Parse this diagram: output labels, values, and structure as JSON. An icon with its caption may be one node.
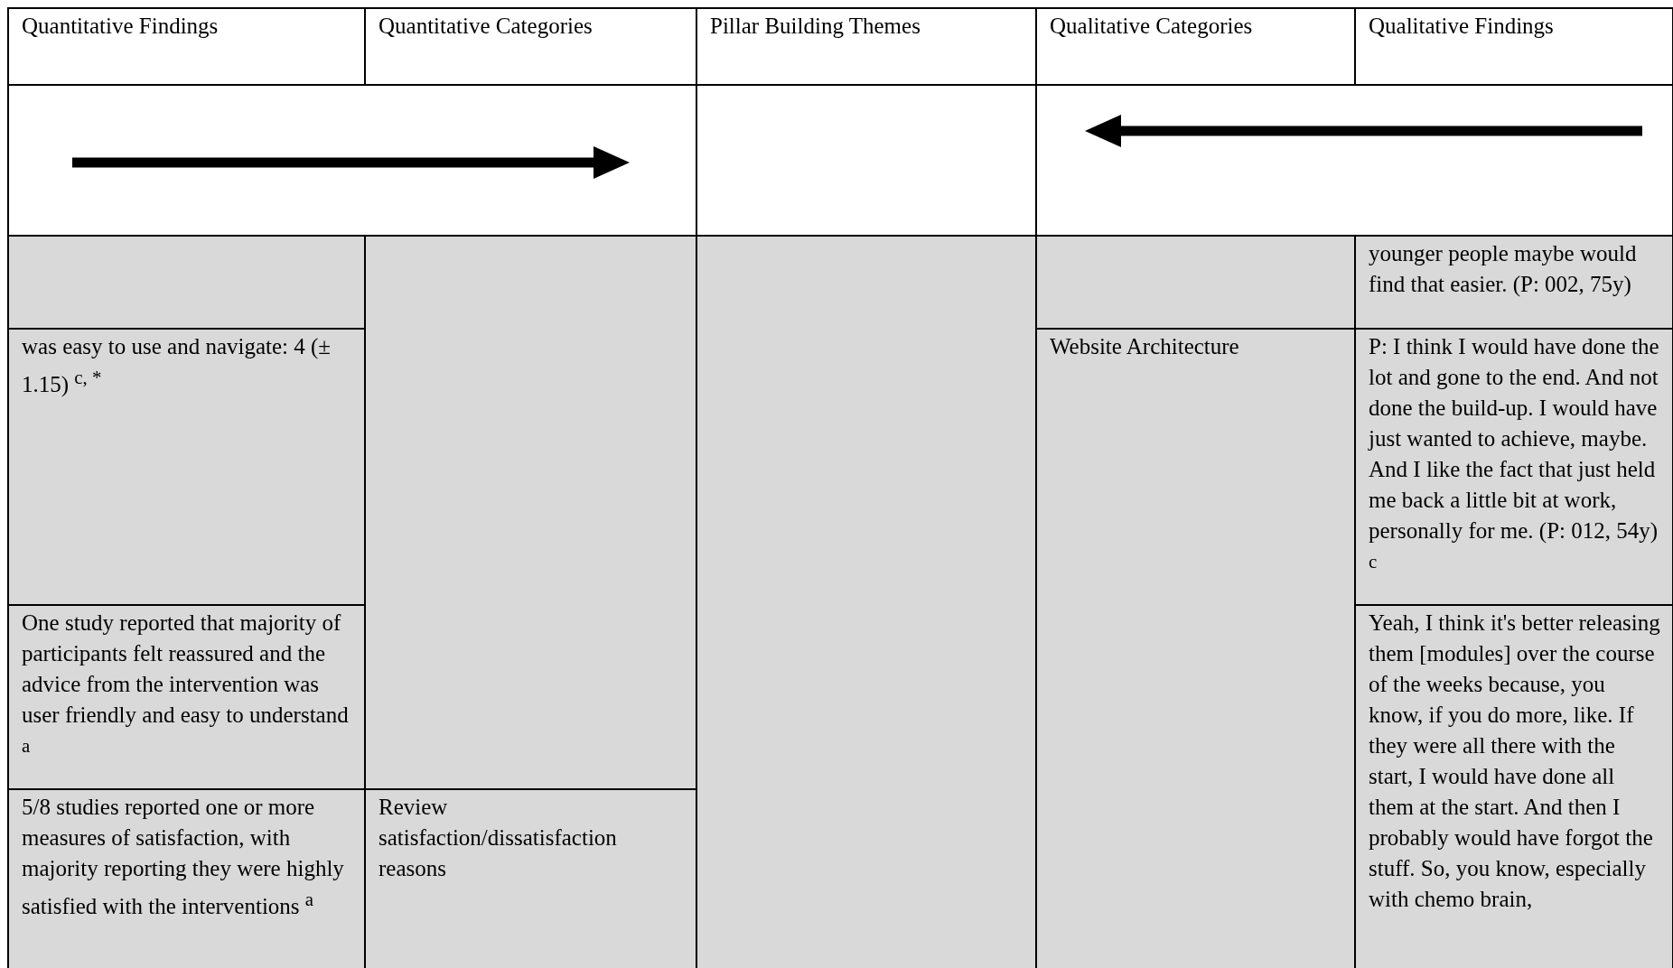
{
  "diagram": {
    "labels": [
      "Quantitative Findings",
      "Quantitative Categories",
      "Pillar Building Themes",
      "Qualitative Categories",
      "Qualitative Findings",
      "younger people maybe would find that easier. (P: 002, 75y)",
      "was easy to use and navigate: 4 (± 1.15) $^{c, *}$",
      "Website Architecture",
      "P: I think I would have done the lot and gone to the end. And not done the build-up. I would have just wanted to achieve, maybe. And I like the fact that just held me back a little bit at work, personally for me. (P: 012, 54y) $^{c}$",
      "One study reported that majority of participants felt reassured and the advice from the intervention was user friendly and easy to understand $^{a}$",
      "Yeah, I think it's better releasing them [modules] over the course of the weeks because, you know, if you do more, like. If they were all there with the start, I would have done all them at the start. And then I probably would have forgot the stuff. So, you know, especially with chemo brain,",
      "5/8 studies reported one or more measures of satisfaction, with majority reporting they were highly satisfied with the interventions $^{a}$",
      "Review satisfaction/dissatisfaction reasons"
    ]
  }
}
